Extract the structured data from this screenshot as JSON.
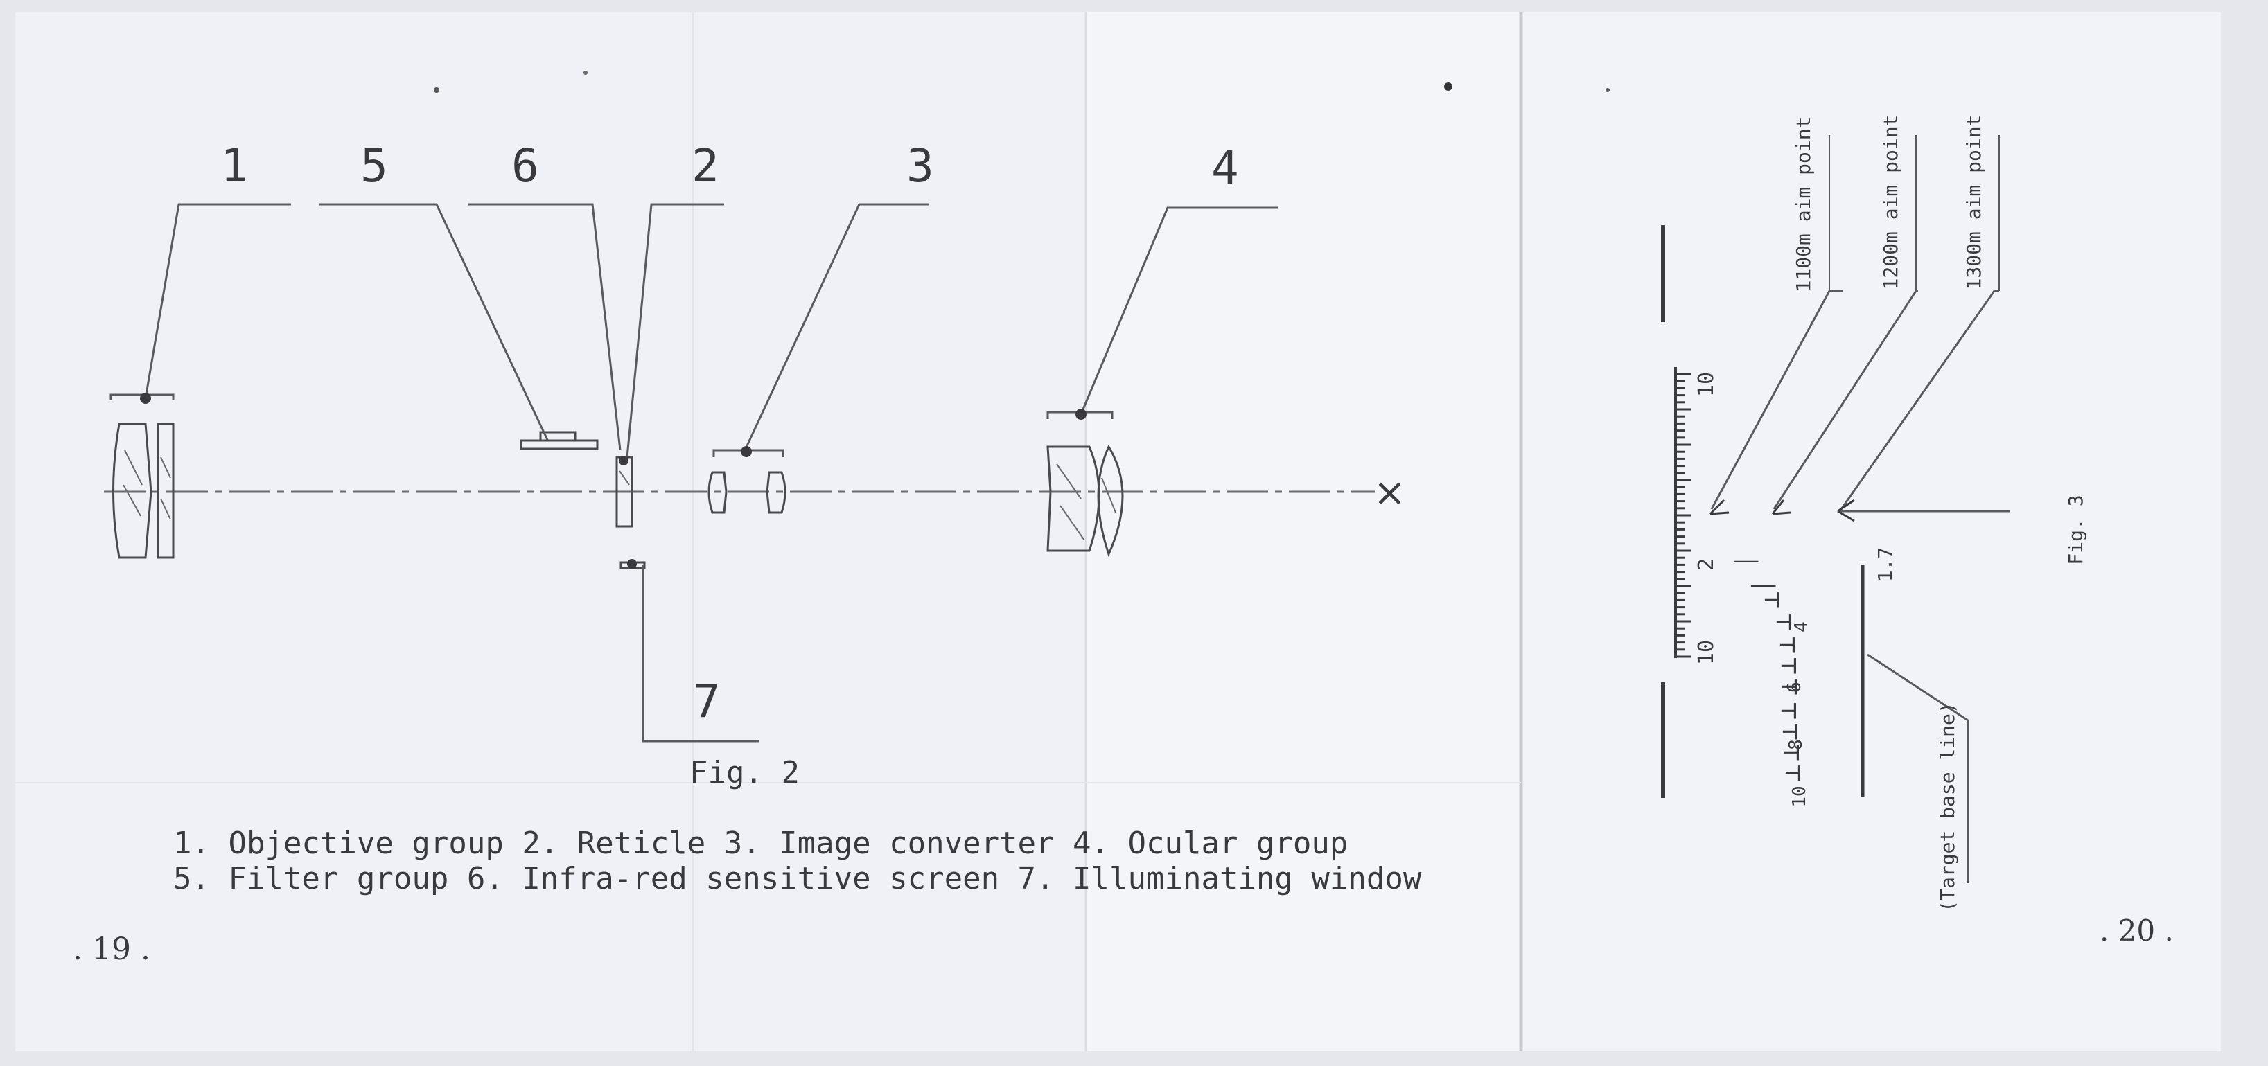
{
  "fig2": {
    "callouts": [
      "1",
      "5",
      "6",
      "2",
      "3",
      "4",
      "7"
    ],
    "caption": "Fig. 2",
    "legend_line1": "1. Objective group   2. Reticle   3. Image converter   4. Ocular group",
    "legend_line2": "5. Filter group   6. Infra-red sensitive screen 7. Illuminating window",
    "page_number": ". 19 ."
  },
  "fig3": {
    "aim_labels": [
      "1100m aim point",
      "1200m aim point",
      "1300m aim point"
    ],
    "scale_top_label": "10",
    "scale_mid_label": "2",
    "scale_bottom_label": "10",
    "range_marks": [
      "4",
      "6",
      "8",
      "10"
    ],
    "base_value": "1.7",
    "base_label": "(Target base line)",
    "caption": "Fig. 3",
    "page_number": ". 20 ."
  },
  "colors": {
    "paper": "#f0f1f6",
    "ink": "#3a3a3e"
  }
}
